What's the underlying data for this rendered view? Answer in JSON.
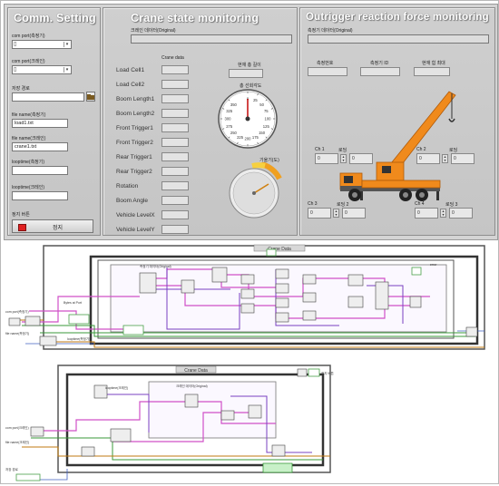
{
  "panels": {
    "comm": {
      "title": "Comm. Setting",
      "com_port_1_label": "com port(측정기)",
      "com_port_2_label": "com port(크레인)",
      "save_path_label": "저장 경로",
      "file_name_1_label": "file name(측정기)",
      "file_name_1_value": "load1.txt",
      "file_name_2_label": "file name(크레인)",
      "file_name_2_value": "crane1.txt",
      "looptime_1_label": "looptime(측정기)",
      "looptime_2_label": "looptime(크레인)",
      "stop_label": "정지 버튼",
      "stop_button": "정지",
      "stop_led_color": "#e02020"
    },
    "crane": {
      "title": "Crane state monitoring",
      "raw_label": "크레인 데이터(Original)",
      "crane_data_label": "Crane data",
      "rows": [
        "Load Cell1",
        "Load Cell2",
        "Boom Length1",
        "Boom Length2",
        "Front Trigger1",
        "Front Trigger2",
        "Rear Trigger1",
        "Rear Trigger2",
        "Rotation",
        "Boom Angle",
        "Vehicle LevelX",
        "Vehicle LevelY"
      ],
      "current_load_label": "현재 총 길이",
      "gauge_title": "총 선회각도",
      "gauge_ticks": [
        "0",
        "25",
        "50",
        "75",
        "100",
        "125",
        "150",
        "175",
        "200",
        "225",
        "250",
        "275",
        "300",
        "325",
        "350"
      ],
      "level_title": "기울기(도)"
    },
    "outrigger": {
      "title": "Outrigger reaction force monitoring",
      "raw_label": "측정기 데이터(Original)",
      "top_fields": [
        "측정번호",
        "측정기 ID",
        "현재 힘 최대"
      ],
      "rows_upper": [
        {
          "label": "Ch 1",
          "small": "로딩"
        },
        {
          "label": "Ch 2",
          "small": "로딩"
        }
      ],
      "rows_lower": [
        {
          "label": "Ch 3",
          "small": "로딩 2"
        },
        {
          "label": "Ch 4",
          "small": "로딩 3"
        }
      ],
      "field_zero": "0",
      "crane_color": "#f08a1c"
    }
  },
  "diagram": {
    "upper_frame_title": "Crane Data",
    "lower_frame_title": "Crane Data",
    "labels": {
      "crane_data_orig": "측정기 데이터(Original)",
      "com_port_1": "com port(측정기)",
      "com_port_2": "com port(크레인)",
      "file_name_1": "file name(측정기)",
      "file_name_2": "file name(크레인)",
      "save_path": "저장 경로",
      "looptime_1": "looptime(측정기)",
      "looptime_2": "looptime(크레인)",
      "crane_raw": "크레인 데이터(Original)",
      "stop": "정지 버튼",
      "error_out": "error",
      "bytes_at_port": "Bytes at Port"
    }
  }
}
